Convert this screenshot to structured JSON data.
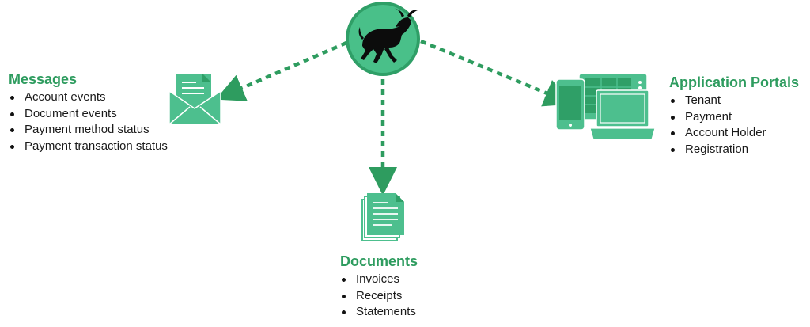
{
  "colors": {
    "brand_green": "#2e9c5f",
    "icon_green": "#4dbf8e",
    "icon_dark_green": "#2f9f67",
    "connector": "#2e9c5f"
  },
  "hub": {
    "icon": "bull-icon"
  },
  "messages": {
    "icon": "envelope-icon",
    "title": "Messages",
    "items": [
      "Account events",
      "Document events",
      "Payment method status",
      "Payment transaction status"
    ]
  },
  "documents": {
    "icon": "document-stack-icon",
    "title": "Documents",
    "items": [
      "Invoices",
      "Receipts",
      "Statements"
    ]
  },
  "portals": {
    "icon": "devices-icon",
    "title": "Application Portals",
    "items": [
      "Tenant",
      "Payment",
      "Account Holder",
      "Registration"
    ]
  }
}
